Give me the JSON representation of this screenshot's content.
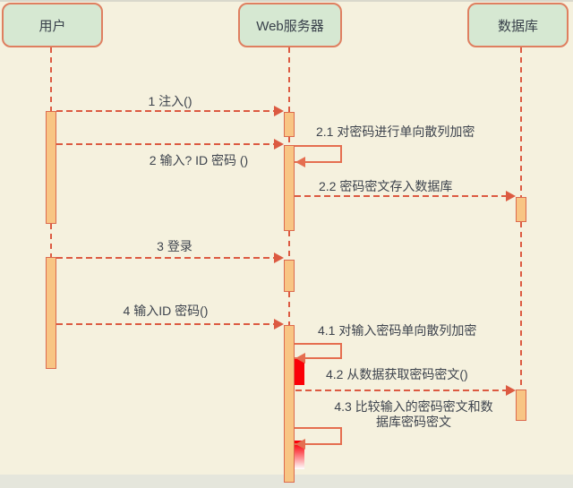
{
  "diagram_type": "sequence-diagram",
  "colors": {
    "background": "#f5f1de",
    "actor_fill": "#d6e8d2",
    "actor_border": "#df7f60",
    "line": "#dc5a41",
    "self_line": "#e56e50",
    "activation_fill": "#f8c584",
    "activation_border": "#dc6a4e",
    "nested_activation": "#fb0007",
    "text": "#3d434d"
  },
  "actors": [
    {
      "label": "用户"
    },
    {
      "label": "Web服务器"
    },
    {
      "label": "数据库"
    }
  ],
  "messages": {
    "m1": "1 注入()",
    "m2": "2 输入? ID 密码 ()",
    "m2_1": "2.1 对密码进行单向散列加密",
    "m2_2": "2.2 密码密文存入数据库",
    "m3": "3 登录",
    "m4": "4 输入ID 密码()",
    "m4_1": "4.1 对输入密码单向散列加密",
    "m4_2": "4.2 从数据获取密码密文()",
    "m4_3_line1": "4.3 比较输入的密码密文和数",
    "m4_3_line2": "据库密码密文"
  }
}
